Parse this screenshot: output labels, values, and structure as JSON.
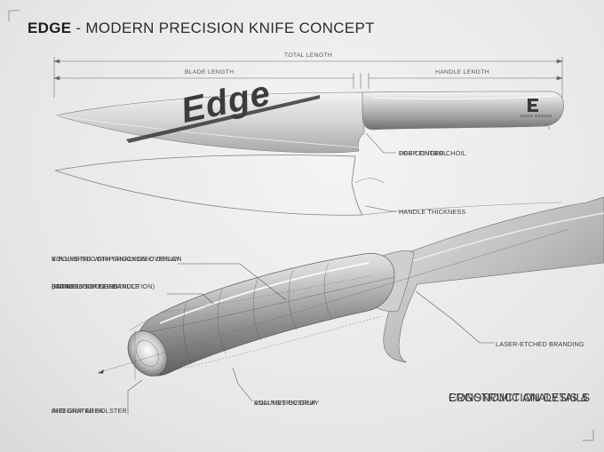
{
  "title": {
    "brand": "EDGE",
    "rest": " - MODERN PRECISION KNIFE CONCEPT"
  },
  "dimensions": {
    "total": "TOTAL LENGTH",
    "blade": "BLADE LENGTH",
    "handle": "HANDLE LENGTH"
  },
  "blade_branding": "Edge",
  "bolster_mark": "EDGE DESIGN",
  "callouts": {
    "finger_choil": [
      "DEEP FINGER CHOIL",
      "FOR CONTROL"
    ],
    "handle_thickness": "HANDLE THICKNESS",
    "grip_overlay": [
      "VOLUMETRIC GRIP ANALYSIS OVERLAY",
      "& POLISHED WITH ERGONOMIC DESIGN"
    ],
    "steel_handle": [
      "ENTIRELY BRUSHED",
      "STAINLESS STEEL HANDLE",
      "(MONOBLOCK CONSTRUCTION)"
    ],
    "laser_branding": "LASER-ETCHED BRANDING",
    "bolster": [
      "INTEGRATED BOLSTER",
      "AND GRIP AREA"
    ],
    "grip_area": [
      "VOLUMETRIC GRIP",
      "ANALYSIS OVERLAY"
    ]
  },
  "summary": [
    "ERGONOMIC ANALYSIS &",
    "CONSTRUCTION DETAILS"
  ]
}
